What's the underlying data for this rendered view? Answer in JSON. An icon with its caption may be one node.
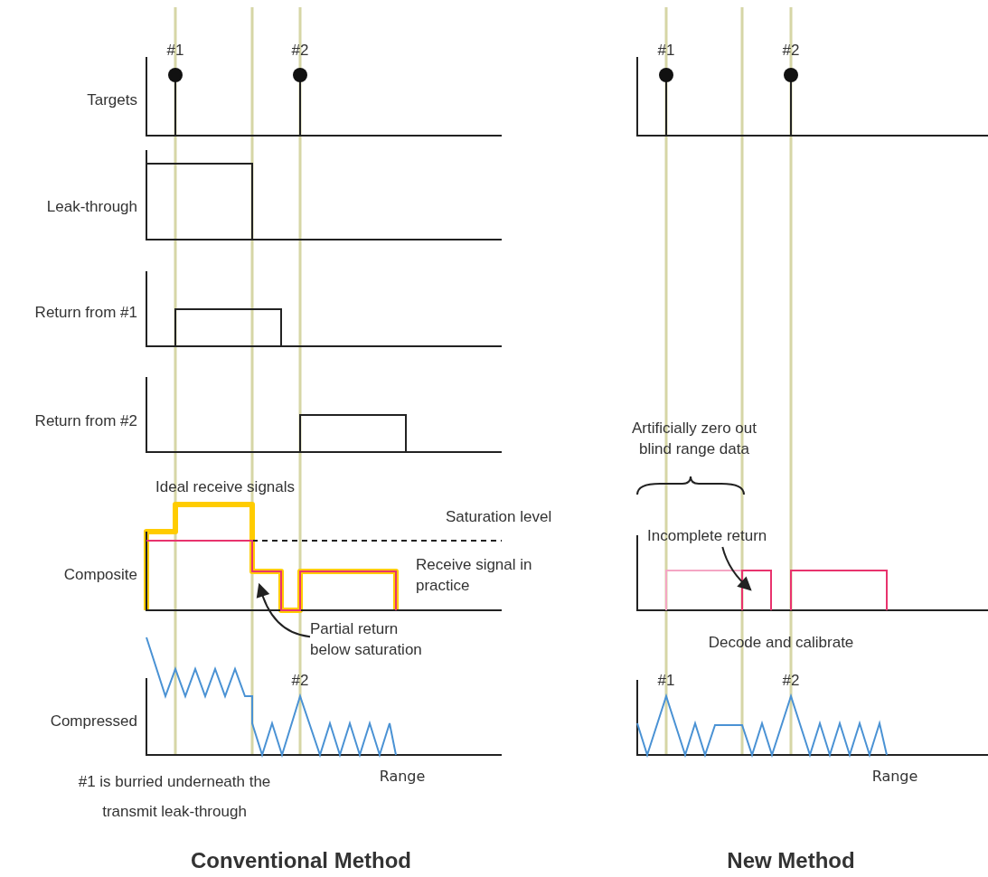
{
  "diagram": {
    "nodes": [
      {
        "text": [
          "Partial return below saturation"
        ]
      },
      {
        "text": [
          "Incomplete return"
        ]
      }
    ],
    "edges": [
      {
        "from": 0,
        "to": null,
        "arrow": "to"
      },
      {
        "from": 1,
        "to": null,
        "arrow": "to"
      }
    ],
    "labels": [
      "#1",
      "#2",
      "#1",
      "#2",
      "Targets",
      "Leak-through",
      "Return from #1",
      "Return from #2",
      "Artificially zero out blind range data",
      "Ideal receive signals",
      "Saturation level",
      "Composite",
      "Receive signal in practice",
      "Decode and calibrate",
      "#2",
      "#1",
      "#2",
      "Compressed",
      "#1 is burried underneath the transmit leak-through",
      "Range",
      "Range",
      "Conventional Method",
      "New Method"
    ]
  }
}
